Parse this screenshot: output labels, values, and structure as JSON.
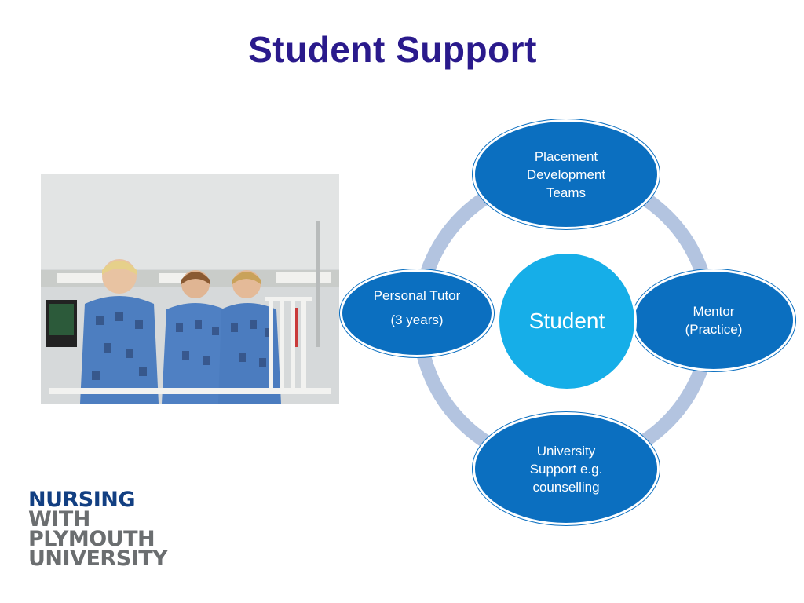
{
  "slide": {
    "title": "Student Support"
  },
  "diagram": {
    "center": {
      "label": "Student"
    },
    "top": {
      "lines": [
        "Placement",
        "Development",
        "Teams"
      ]
    },
    "right": {
      "lines": [
        "Mentor",
        "(Practice)"
      ]
    },
    "bottom": {
      "lines": [
        "University",
        "Support e.g.",
        "counselling"
      ]
    },
    "left": {
      "lines": [
        "Personal Tutor",
        "(3 years)"
      ]
    },
    "colors": {
      "outer_nodes": "#0b6fc0",
      "center_node": "#16aee8",
      "ring": "#b3c4e0"
    }
  },
  "photo": {
    "subject": "three nurses in patterned scrubs on a hospital ward"
  },
  "logo": {
    "lines": [
      "NURSING",
      "WITH",
      "PLYMOUTH",
      "UNIVERSITY"
    ],
    "colors": {
      "primary": "#123f82",
      "secondary": "#6b6e70"
    }
  }
}
